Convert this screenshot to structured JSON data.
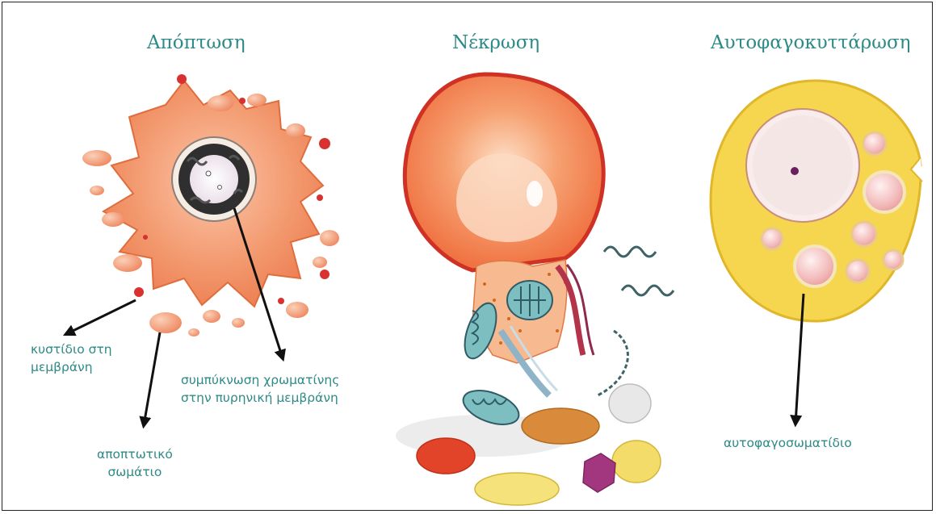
{
  "headings": {
    "apoptosis": "Απόπτωση",
    "necrosis": "Νέκρωση",
    "autophagy": "Αυτοφαγοκυττάρωση"
  },
  "labels": {
    "membrane_bleb_line1": "κυστίδιο στη",
    "membrane_bleb_line2": "μεμβράνη",
    "chromatin_line1": "συμπύκνωση χρωματίνης",
    "chromatin_line2": "στην πυρηνική μεμβράνη",
    "apoptotic_body_line1": "αποπτωτικό",
    "apoptotic_body_line2": "σωμάτιο",
    "autophagosome": "αυτοφαγοσωματίδιο"
  },
  "colors": {
    "heading_text": "#2e8a87",
    "apoptotic_cell": "#f08a5d",
    "necrotic_cell": "#e8472c",
    "autophagic_cell": "#f6d64e",
    "vesicle": "#f4a98a",
    "bleb": "#d93030"
  }
}
